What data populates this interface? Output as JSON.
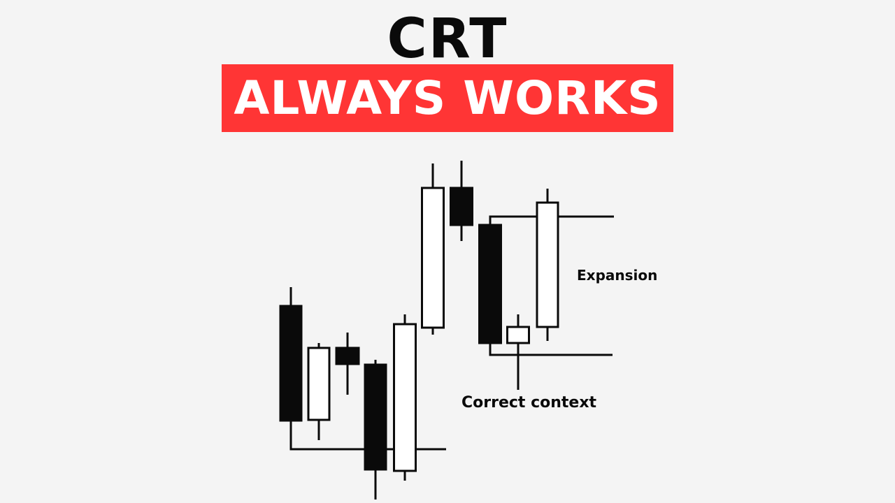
{
  "title": "CRT",
  "banner": {
    "text": "ALWAYS WORKS",
    "color": "#ff3535",
    "text_color": "#ffffff"
  },
  "labels": {
    "expansion": "Expansion",
    "correct_context": "Correct context"
  },
  "colors": {
    "background": "#f4f4f4",
    "ink": "#0a0a0a",
    "bullish_fill": "#ffffff",
    "bearish_fill": "#0a0a0a"
  },
  "candles": [
    {
      "direction": "bearish"
    },
    {
      "direction": "bullish"
    },
    {
      "direction": "bearish"
    },
    {
      "direction": "bearish"
    },
    {
      "direction": "bullish"
    },
    {
      "direction": "bullish"
    },
    {
      "direction": "bearish"
    },
    {
      "direction": "bearish"
    },
    {
      "direction": "bullish"
    },
    {
      "direction": "bullish"
    }
  ]
}
